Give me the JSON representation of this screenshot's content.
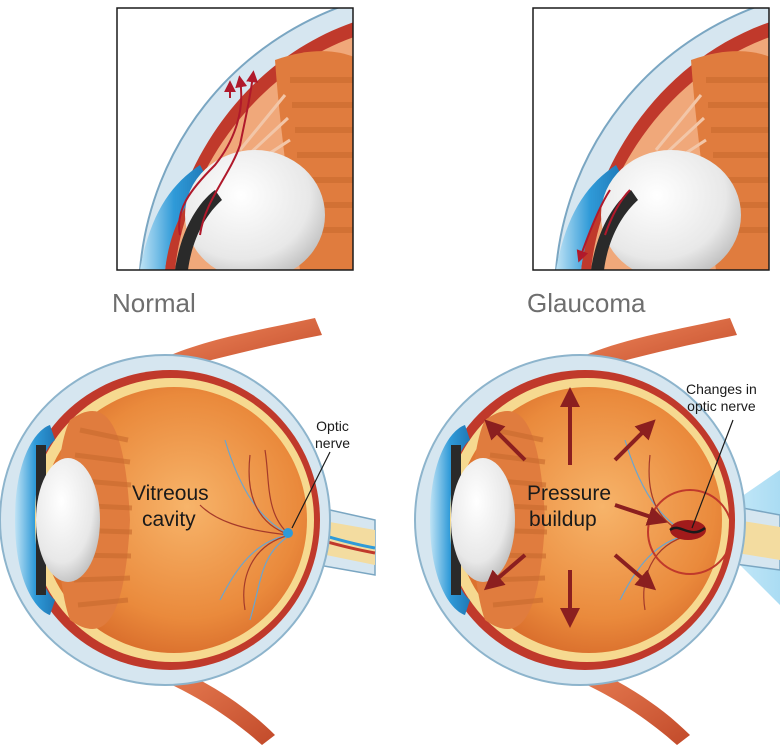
{
  "panels": {
    "normal": {
      "title": "Normal",
      "cavity_label_line1": "Vitreous",
      "cavity_label_line2": "cavity",
      "callout_line1": "Optic",
      "callout_line2": "nerve"
    },
    "glaucoma": {
      "title": "Glaucoma",
      "cavity_label_line1": "Pressure",
      "cavity_label_line2": "buildup",
      "callout_line1": "Changes in",
      "callout_line2": "optic nerve"
    }
  },
  "colors": {
    "sclera": "#d6e6f0",
    "cornea_blue": "#2f9ad8",
    "choroid": "#c0392b",
    "retina": "#f6d990",
    "vitreous": "#e9863a",
    "ciliary": "#e07c3e",
    "lens": "#eeeeee",
    "muscle": "#d9603b",
    "pressure_arrow": "#8b1f1f",
    "optic_beam": "#bfe6f6"
  }
}
